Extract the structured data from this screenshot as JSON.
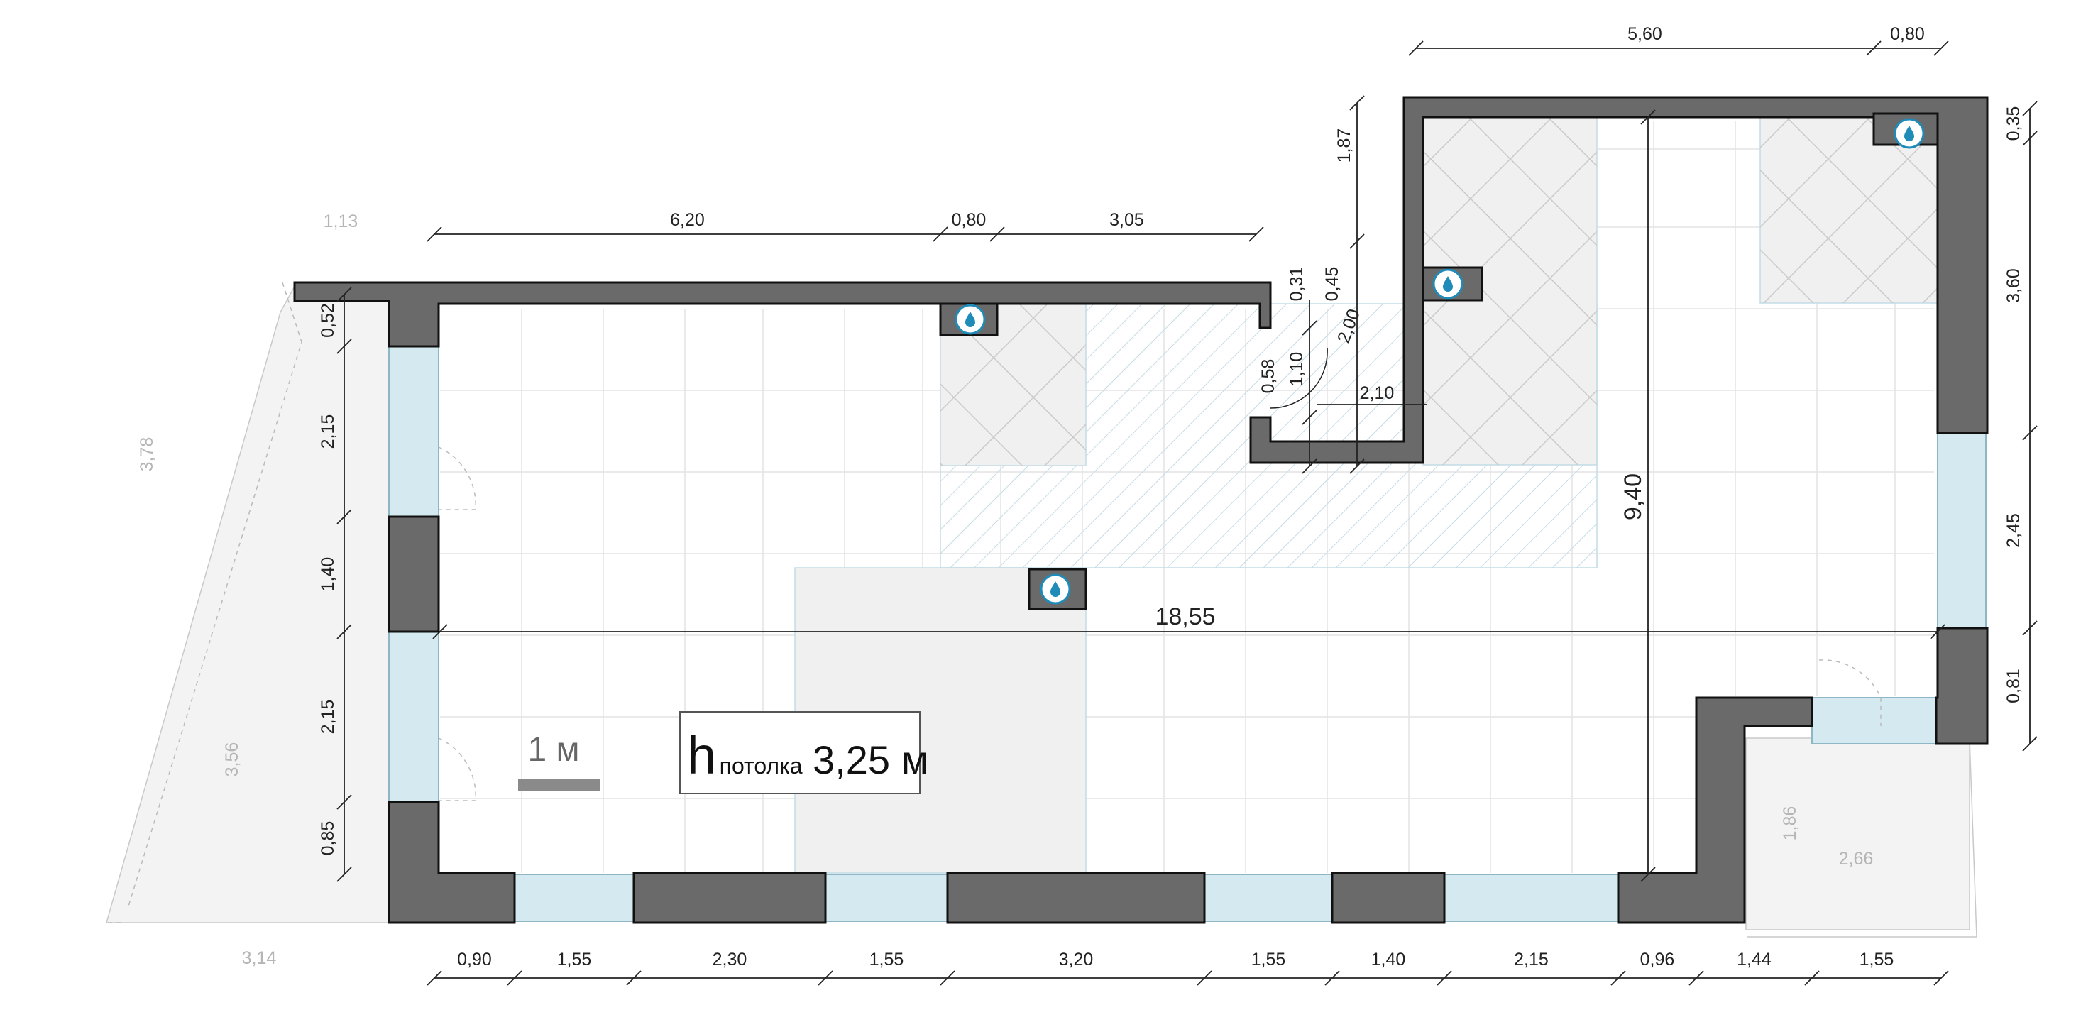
{
  "plan": {
    "ceiling": {
      "prefix": "h",
      "subscript": "потолка",
      "value": "3,25 м"
    },
    "scale_label": "1 м",
    "overall_length": "18,55",
    "overall_height": "9,40",
    "water_icon": "water-drop-icon",
    "colors": {
      "wall": "#6a6a6a",
      "window": "#d4e9f0",
      "wet_zone": "#f0f0f0",
      "water_icon": "#1e8bb8"
    },
    "dims": {
      "top_left": [
        "6,20",
        "0,80",
        "3,05"
      ],
      "top_right": [
        "5,60",
        "0,80"
      ],
      "bottom": [
        "0,90",
        "1,55",
        "2,30",
        "1,55",
        "3,20",
        "1,55",
        "1,40",
        "2,15",
        "0,96",
        "1,44",
        "1,55"
      ],
      "left": [
        "0,52",
        "2,15",
        "1,40",
        "2,15",
        "0,85"
      ],
      "right": [
        "0,35",
        "3,60",
        "2,45",
        "0,81"
      ],
      "niche": [
        "0,31",
        "0,45",
        "2,00",
        "1,10",
        "0,58",
        "1,87",
        "2,10"
      ],
      "balcony_left": [
        "1,13",
        "3,78",
        "3,56",
        "3,14"
      ],
      "balcony_right": [
        "1,86",
        "2,66"
      ]
    }
  }
}
